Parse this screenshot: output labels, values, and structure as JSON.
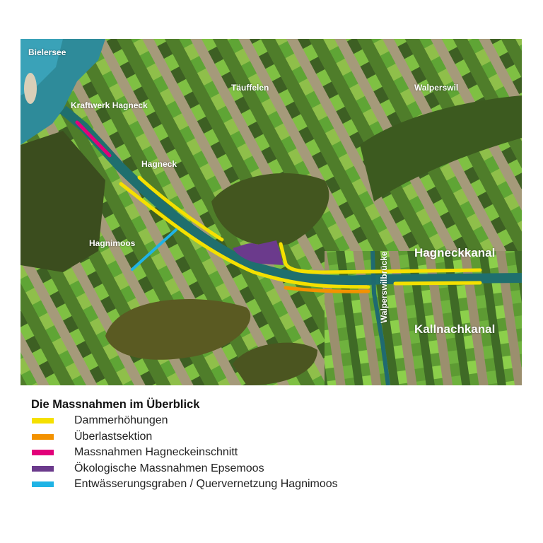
{
  "map": {
    "labels": {
      "bielersee": "Bielersee",
      "kraftwerk": "Kraftwerk Hagneck",
      "taeuffelen": "Täuffelen",
      "walperswil": "Walperswil",
      "hagneck": "Hagneck",
      "hagnimoos": "Hagnimoos",
      "walperswilbruecke": "Walperswilbrücke",
      "hagneckkanal": "Hagneckkanal",
      "kallnachkanal": "Kallnachkanal"
    }
  },
  "legend": {
    "title": "Die Massnahmen im Überblick",
    "items": [
      {
        "label": "Dammerhöhungen",
        "color": "#f5e000"
      },
      {
        "label": "Überlastsektion",
        "color": "#f39200"
      },
      {
        "label": "Massnahmen Hagneckeinschnitt",
        "color": "#e2007a"
      },
      {
        "label": "Ökologische Massnahmen Epsemoos",
        "color": "#6b3a8c"
      },
      {
        "label": "Entwässerungsgraben / Quervernetzung Hagnimoos",
        "color": "#1fb3e5"
      }
    ]
  }
}
